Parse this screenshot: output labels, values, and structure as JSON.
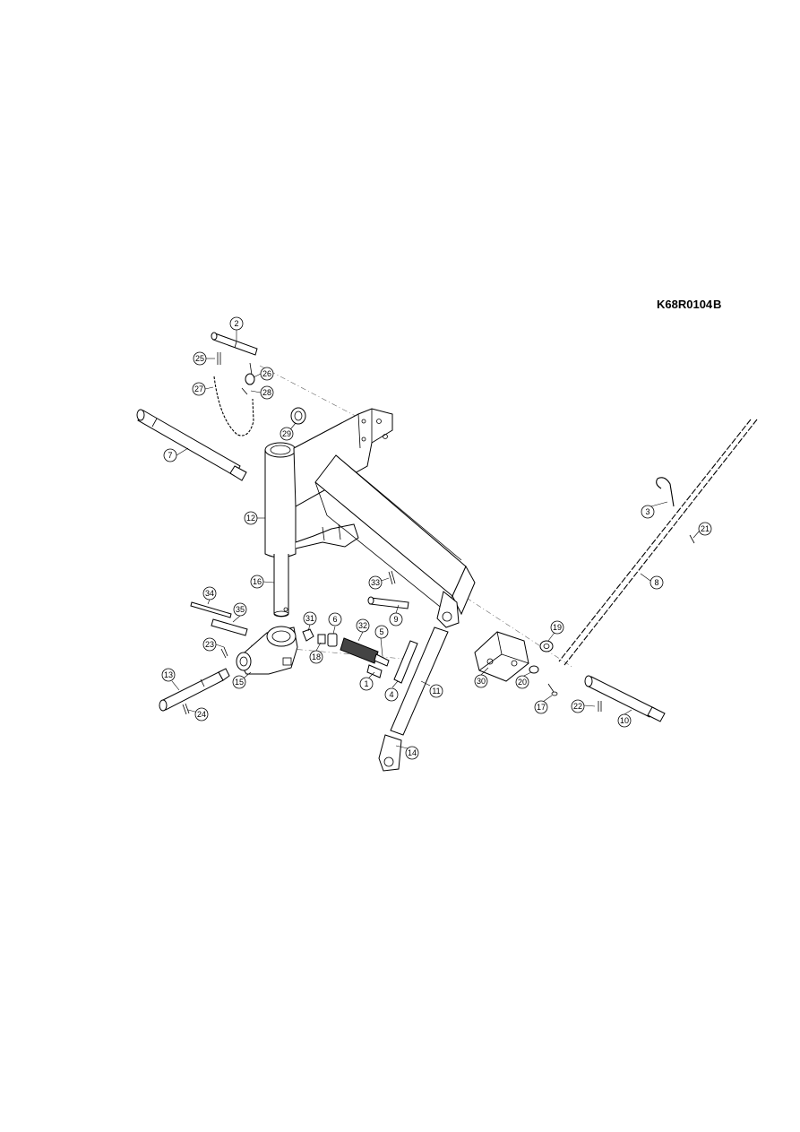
{
  "drawing_ref": {
    "code": "K68R0104",
    "revision": "B"
  },
  "callouts": [
    "1",
    "2",
    "3",
    "4",
    "5",
    "6",
    "7",
    "8",
    "9",
    "10",
    "11",
    "12",
    "13",
    "14",
    "15",
    "16",
    "17",
    "18",
    "19",
    "20",
    "21",
    "22",
    "23",
    "24",
    "25",
    "26",
    "27",
    "28",
    "29",
    "30",
    "31",
    "32",
    "33",
    "34",
    "35"
  ]
}
